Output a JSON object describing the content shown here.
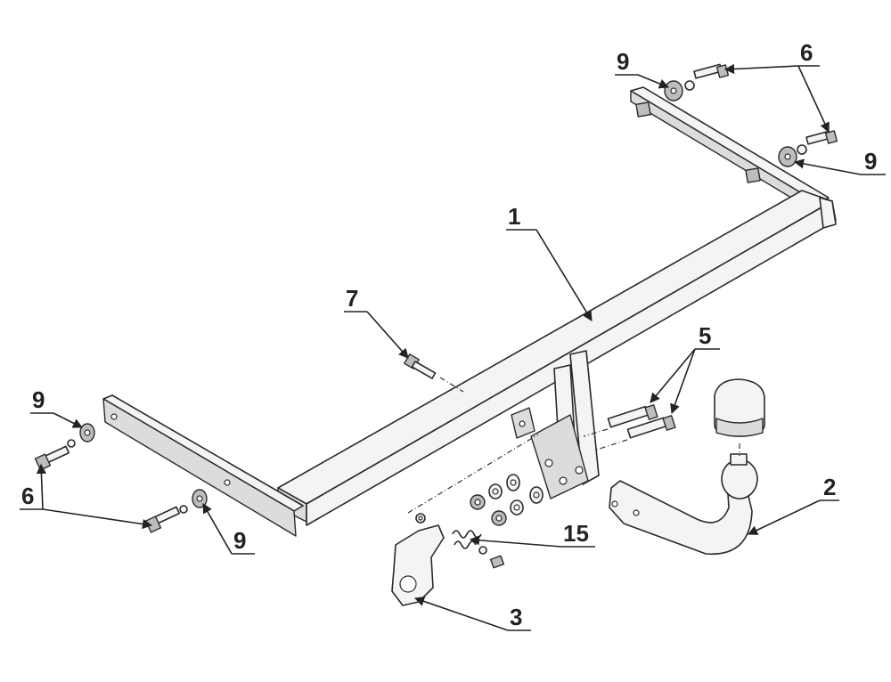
{
  "labels": {
    "main_bar": "1",
    "ball_neck": "2",
    "socket_plate": "3",
    "neck_bolts": "5",
    "bolt_top": "6",
    "bolt_left": "6",
    "bolt_center": "7",
    "washer_top_left": "9",
    "washer_top_right": "9",
    "washer_left_top": "9",
    "washer_left_bottom": "9",
    "spring_kit": "15"
  }
}
